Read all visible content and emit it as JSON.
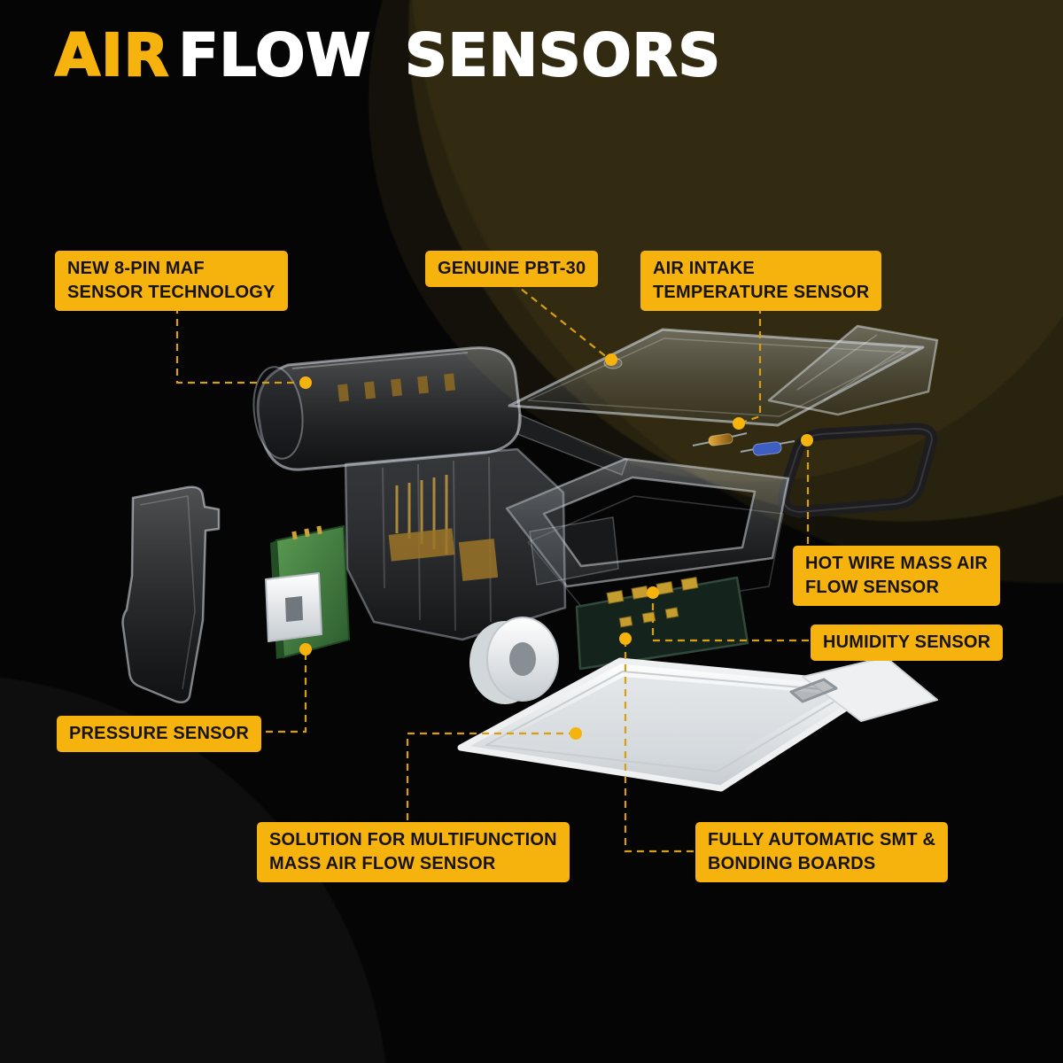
{
  "title": {
    "accent": "AIR",
    "rest": "FLOW SENSORS"
  },
  "colors": {
    "accent": "#F7B30D",
    "background": "#050505",
    "label_bg": "#F7B30D",
    "label_text": "#171310",
    "leader": "#D79F10"
  },
  "callouts": [
    {
      "id": "maf-technology",
      "lines": [
        "NEW 8-PIN MAF",
        "SENSOR TECHNOLOGY"
      ]
    },
    {
      "id": "genuine-pbt",
      "lines": [
        "GENUINE PBT-30"
      ]
    },
    {
      "id": "air-intake-temp",
      "lines": [
        "AIR INTAKE",
        "TEMPERATURE SENSOR"
      ]
    },
    {
      "id": "hot-wire-maf",
      "lines": [
        "HOT WIRE MASS AIR",
        "FLOW SENSOR"
      ]
    },
    {
      "id": "humidity-sensor",
      "lines": [
        "HUMIDITY SENSOR"
      ]
    },
    {
      "id": "pressure-sensor",
      "lines": [
        "PRESSURE SENSOR"
      ]
    },
    {
      "id": "solution-multifunction",
      "lines": [
        "SOLUTION FOR MULTIFUNCTION",
        "MASS AIR FLOW SENSOR"
      ]
    },
    {
      "id": "smt-bonding",
      "lines": [
        "FULLY AUTOMATIC SMT &",
        "BONDING BOARDS"
      ]
    }
  ]
}
